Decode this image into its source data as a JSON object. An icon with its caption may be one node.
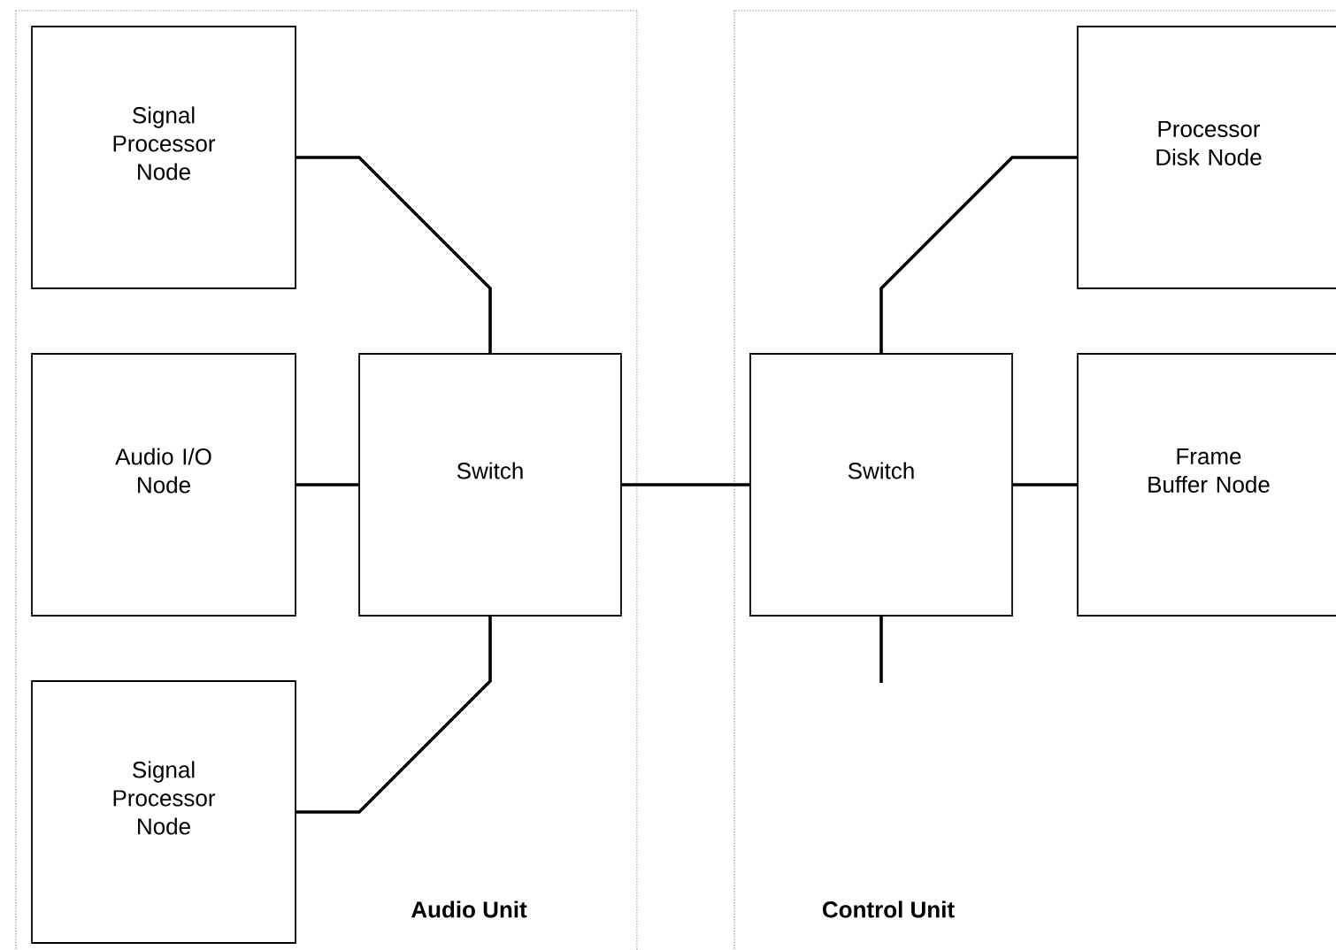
{
  "diagram": {
    "nodes": [
      {
        "text": [
          "Audio Unit"
        ]
      },
      {
        "text": [
          "Signal Processor Node"
        ],
        "in": 0
      },
      {
        "text": [
          "Audio I/O Node"
        ],
        "in": 0
      },
      {
        "text": [
          "Switch"
        ],
        "in": 0
      },
      {
        "text": [
          "Signal Processor Node"
        ],
        "in": 0
      },
      {
        "text": [
          "Control Unit"
        ]
      },
      {
        "text": [
          "Switch"
        ],
        "in": 5
      },
      {
        "text": [
          "Processor Disk Node"
        ],
        "in": 5
      },
      {
        "text": [
          "Frame Buffer Node"
        ],
        "in": 5
      }
    ],
    "edges": [
      {
        "from": 1,
        "to": 3,
        "arrow": "none"
      },
      {
        "from": 2,
        "to": 3,
        "arrow": "none"
      },
      {
        "from": 4,
        "to": 3,
        "arrow": "none"
      },
      {
        "from": 3,
        "to": 6,
        "arrow": "none"
      },
      {
        "from": 6,
        "to": 7,
        "arrow": "none"
      },
      {
        "from": 6,
        "to": 8,
        "arrow": "none"
      },
      {
        "from": 6,
        "to": null,
        "arrow": "none"
      }
    ]
  }
}
